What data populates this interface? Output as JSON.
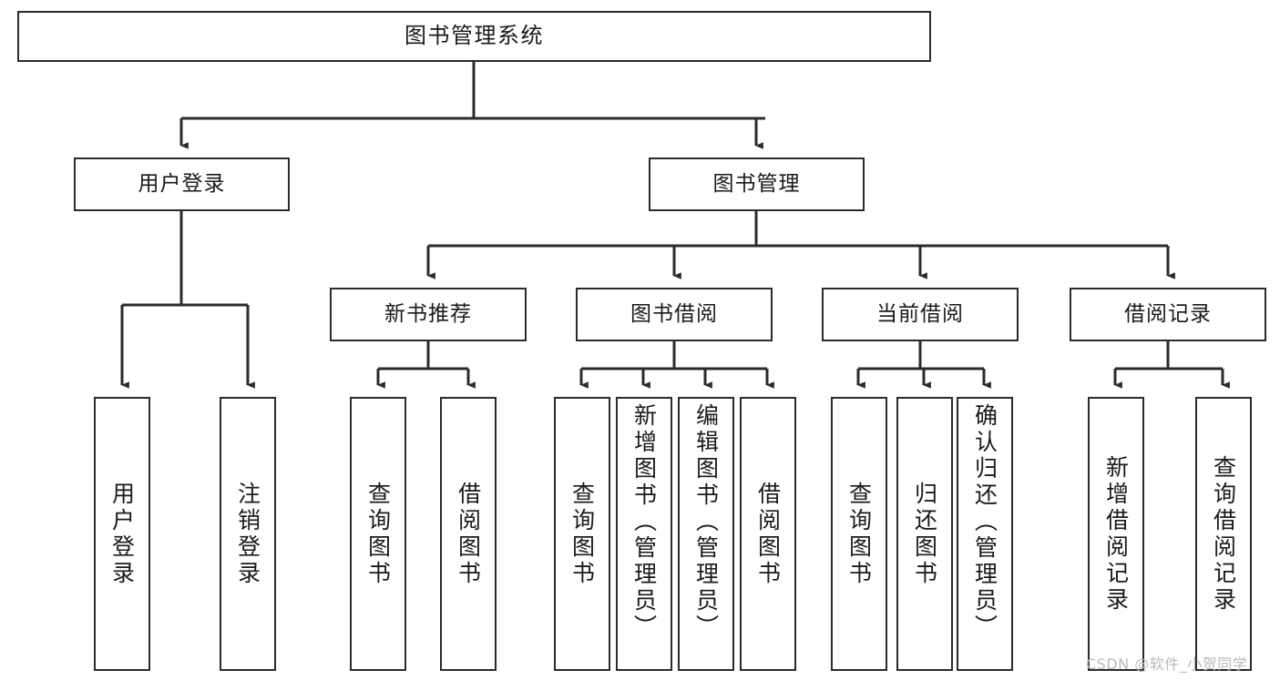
{
  "diagram": {
    "title": "图书管理系统",
    "watermark": "CSDN @软件_小贺同学",
    "colors": {
      "stroke": "#2b2b2b",
      "fill": "#ffffff",
      "text": "#1a1a1a",
      "watermark": "#b9b9b9"
    },
    "nodes": {
      "root": {
        "label": "图书管理系统"
      },
      "level1": [
        {
          "label": "用户登录"
        },
        {
          "label": "图书管理"
        }
      ],
      "level2": [
        {
          "label": "新书推荐"
        },
        {
          "label": "图书借阅"
        },
        {
          "label": "当前借阅"
        },
        {
          "label": "借阅记录"
        }
      ],
      "leaves": {
        "user_login": [
          {
            "label": "用户登录"
          },
          {
            "label": "注销登录"
          }
        ],
        "new_book": [
          {
            "label": "查询图书"
          },
          {
            "label": "借阅图书"
          }
        ],
        "borrow": [
          {
            "label": "查询图书"
          },
          {
            "label": "新增图书（管理员）"
          },
          {
            "label": "编辑图书（管理员）"
          },
          {
            "label": "借阅图书"
          }
        ],
        "current": [
          {
            "label": "查询图书"
          },
          {
            "label": "归还图书"
          },
          {
            "label": "确认归还（管理员）"
          }
        ],
        "records": [
          {
            "label": "新增借阅记录"
          },
          {
            "label": "查询借阅记录"
          }
        ]
      }
    }
  }
}
